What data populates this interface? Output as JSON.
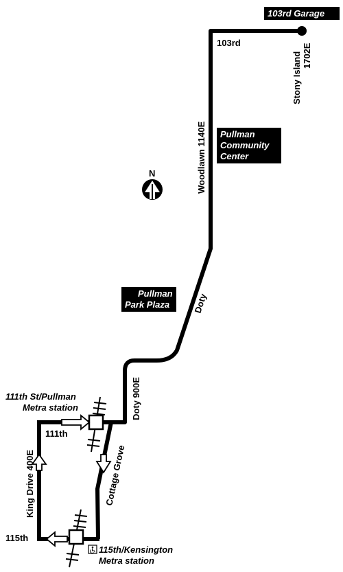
{
  "map": {
    "terminal_label": "103rd Garage",
    "streets": {
      "s103rd": "103rd",
      "stony_island_line1": "Stony Island",
      "stony_island_line2": "1702E",
      "woodlawn": "Woodlawn 1140E",
      "doty": "Doty",
      "doty_900e": "Doty 900E",
      "s111th": "111th",
      "cottage_grove": "Cottage Grove",
      "king_drive": "King Drive 400E",
      "s115th": "115th"
    },
    "landmarks": {
      "pullman_cc_line1": "Pullman",
      "pullman_cc_line2": "Community",
      "pullman_cc_line3": "Center",
      "pullman_pp_line1": "Pullman",
      "pullman_pp_line2": "Park Plaza"
    },
    "stations": {
      "s111th_line1": "111th St/Pullman",
      "s111th_line2": "Metra station",
      "s115th_line1": "115th/Kensington",
      "s115th_line2": "Metra station"
    },
    "compass_label": "N",
    "accessibility_icon": "wheelchair-icon",
    "colors": {
      "route": "#000000",
      "label_bg": "#000000",
      "label_text": "#ffffff"
    }
  }
}
